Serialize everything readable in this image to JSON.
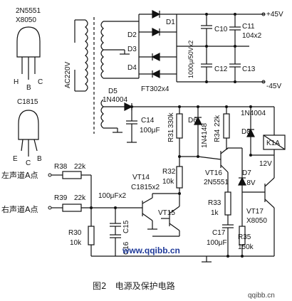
{
  "caption": "图2　电源及保护电路",
  "watermark": "www.qqibb.cn",
  "corner_mark": "qqibb.cn",
  "rails": {
    "pos": "+45V",
    "neg": "-45V",
    "relay_v": "12V"
  },
  "transformer": {
    "input": "AC220V"
  },
  "packages": {
    "top": {
      "name1": "2N5551",
      "name2": "X8050",
      "pins": [
        "H",
        "B",
        "C"
      ]
    },
    "bottom": {
      "name1": "C1815",
      "pins": [
        "E",
        "C",
        "B"
      ]
    }
  },
  "components": {
    "D1": "D1",
    "D2": "D2",
    "D3": "D3",
    "D4": "D4",
    "bridge": "FT302x4",
    "C10": "C10",
    "C11": "C11",
    "C11v": "104x2",
    "C12": "C12",
    "C13": "C13",
    "Cbig": "1000μ/50Vx2",
    "D5": "D5",
    "D5v": "1N4004",
    "C14": "C14",
    "C14v": "100μF",
    "R31": "R31",
    "R31v": "330k",
    "D6": "D6",
    "D6v": "1N4148",
    "R34": "R34",
    "R34v": "22k",
    "D8v": "1N4004",
    "D8": "D8",
    "K1A": "K1A",
    "R38": "R38",
    "R38v": "22k",
    "R39": "R39",
    "R39v": "22k",
    "R30": "R30",
    "R30v": "10k",
    "Cpair": "100μFx2",
    "C15": "C15",
    "C16": "C16",
    "VT14": "VT14",
    "VT14v": "C1815x2",
    "VT15": "VT15",
    "R32": "R32",
    "R32v": "10k",
    "VT16": "VT16",
    "VT16v": "2N5551",
    "R33": "R33",
    "R33v": "1k",
    "C17": "C17",
    "C17v": "100μF",
    "D7": "D7",
    "D7v": "6.8V",
    "VT17": "VT17",
    "VT17v": "X8050",
    "R35": "R35",
    "R35v": "150k"
  },
  "inputs": {
    "left": "左声道A点",
    "right": "右声道A点"
  }
}
